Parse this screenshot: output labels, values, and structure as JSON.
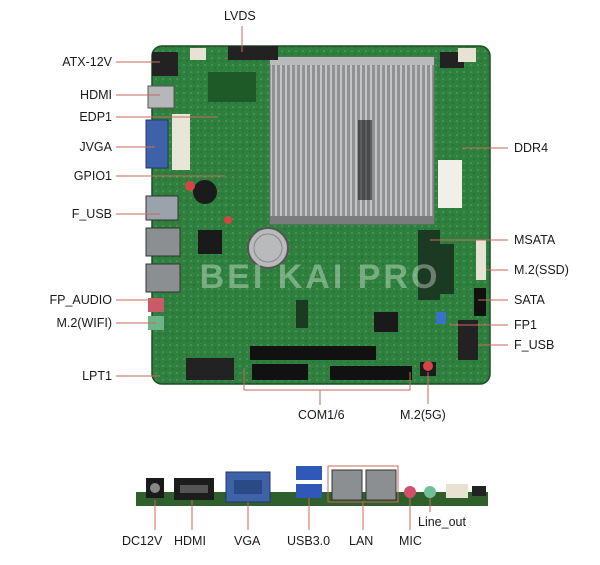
{
  "watermark": "BEI KAI PRO",
  "board_labels": {
    "left": [
      "ATX-12V",
      "HDMI",
      "EDP1",
      "JVGA",
      "GPIO1",
      "F_USB",
      "FP_AUDIO",
      "M.2(WIFI)",
      "LPT1"
    ],
    "top": "LVDS",
    "right": [
      "DDR4",
      "MSATA",
      "M.2(SSD)",
      "SATA",
      "FP1",
      "F_USB"
    ],
    "bottom": [
      "COM1/6",
      "M.2(5G)"
    ]
  },
  "io_labels": [
    "DC12V",
    "HDMI",
    "VGA",
    "USB3.0",
    "LAN",
    "MIC",
    "Line_out"
  ],
  "colors": {
    "pcb": "#2f7f3e",
    "pcb_dark": "#1f5f2c",
    "heatsink": "#9a9c9e",
    "callout_line": "#c96a5a"
  }
}
